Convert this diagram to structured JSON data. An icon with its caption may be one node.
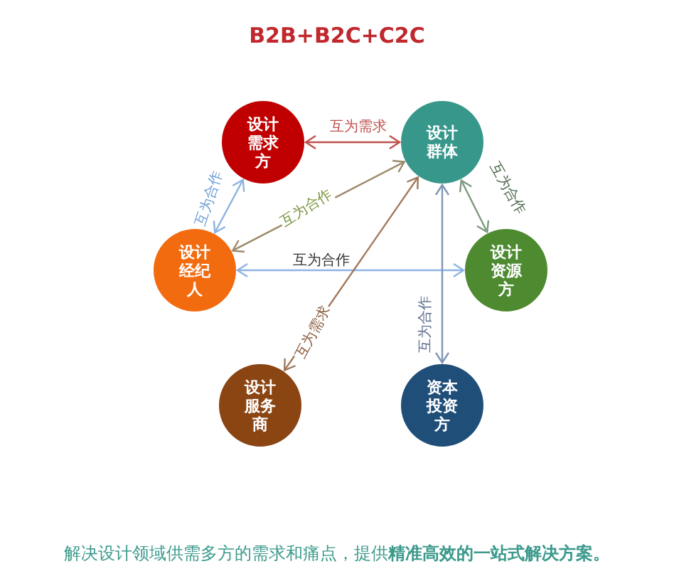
{
  "diagram": {
    "title": "B2B+B2C+C2C",
    "caption": "解决设计领域供需多方的需求和痛点，提供**精准高效的一站式解决方案。**",
    "nodes": [
      {
        "text": [
          "设计需求方"
        ]
      },
      {
        "text": [
          "设计群体"
        ]
      },
      {
        "text": [
          "设计经纪人"
        ]
      },
      {
        "text": [
          "设计资源方"
        ]
      },
      {
        "text": [
          "设计服务商"
        ]
      },
      {
        "text": [
          "资本投资方"
        ]
      }
    ],
    "edges": [
      {
        "from": 0,
        "to": 1,
        "arrow": "both",
        "label": "互为需求",
        "color": "#c0504d"
      },
      {
        "from": 2,
        "to": 0,
        "arrow": "both",
        "label": "互为合作",
        "color": "#8db3e2"
      },
      {
        "from": 2,
        "to": 1,
        "arrow": "both",
        "label": "互为合作",
        "color": "#9c8a6a"
      },
      {
        "from": 2,
        "to": 3,
        "arrow": "both",
        "label": "互为合作",
        "color": "#8db3e2"
      },
      {
        "from": 1,
        "to": 3,
        "arrow": "both",
        "label": "互为合作",
        "color": "#7f9a7f"
      },
      {
        "from": 4,
        "to": 1,
        "arrow": "both",
        "label": "互为需求",
        "color": "#a0785a"
      },
      {
        "from": 1,
        "to": 5,
        "arrow": "both",
        "label": "互为合作",
        "color": "#8096b5"
      }
    ]
  }
}
